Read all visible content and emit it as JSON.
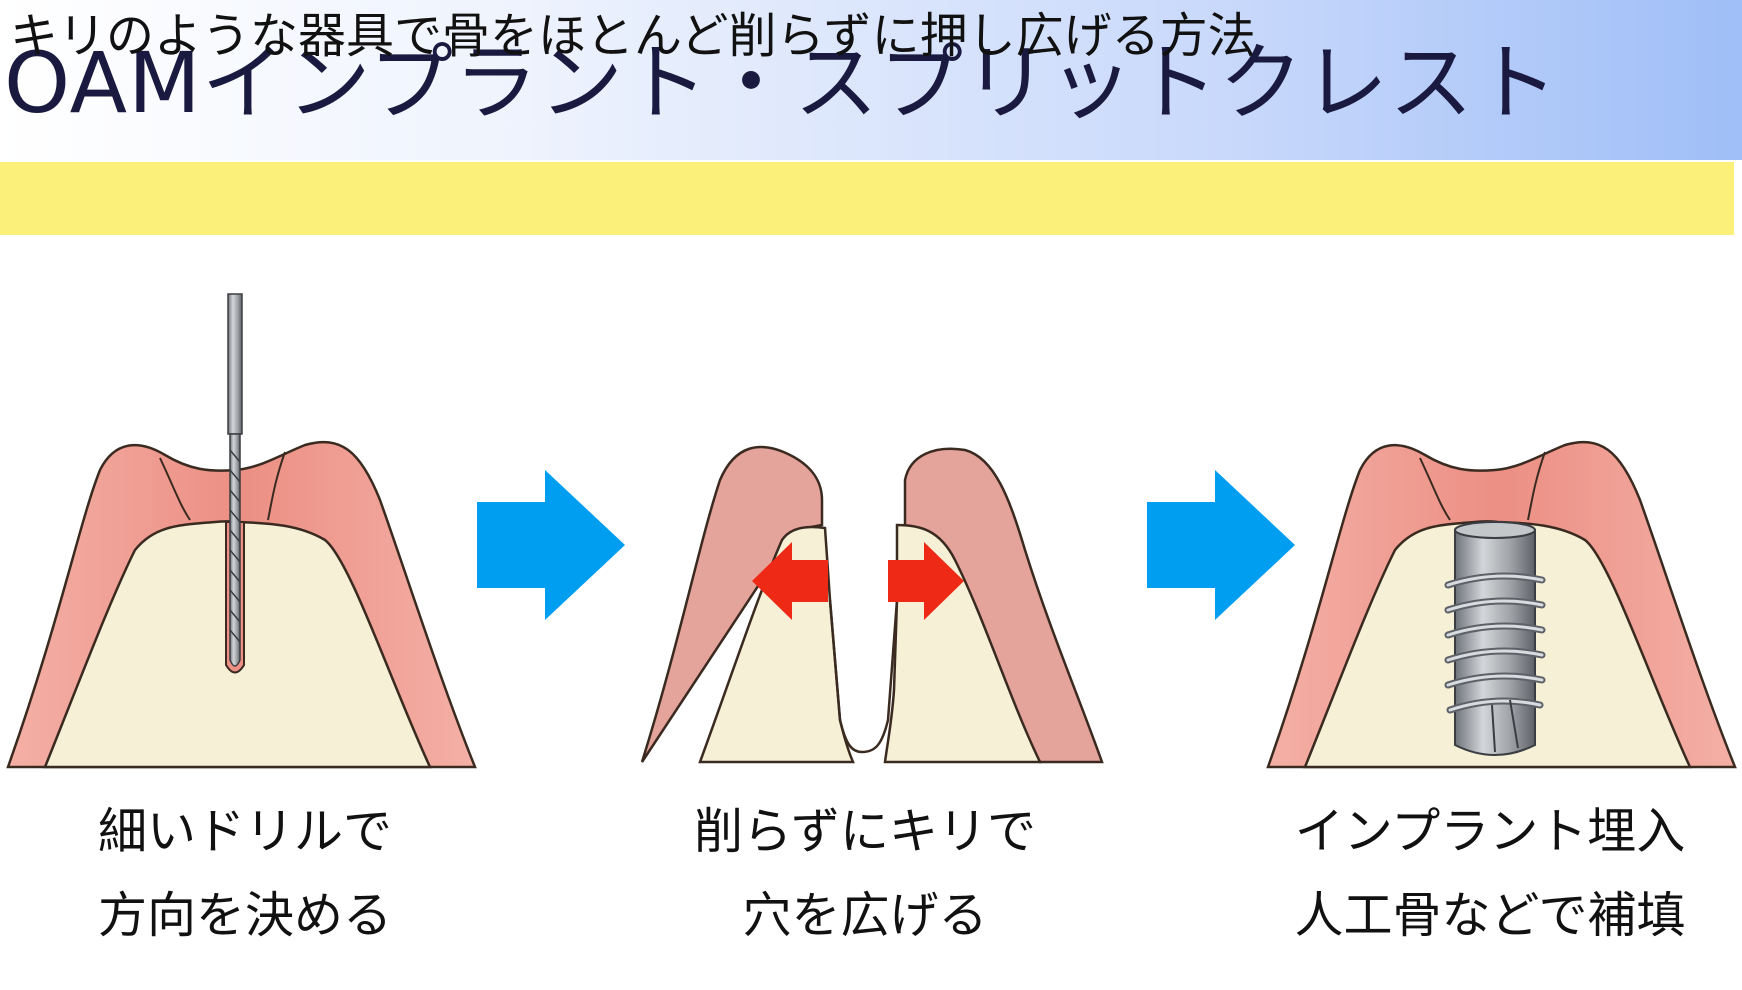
{
  "title": "OAMインプラント・スプリットクレスト",
  "subtitle": "キリのような器具で骨をほとんど削らずに押し広げる方法",
  "steps": [
    {
      "caption_line1": "細いドリルで",
      "caption_line2": "方向を決める",
      "icon": "drill-in-bone"
    },
    {
      "caption_line1": "削らずにキリで",
      "caption_line2": "穴を広げる",
      "icon": "bone-split-expansion"
    },
    {
      "caption_line1": "インプラント埋入",
      "caption_line2": "人工骨などで補填",
      "icon": "implant-placed"
    }
  ],
  "colors": {
    "gum": "#ef9e95",
    "gum_edge": "#d97b74",
    "gum_split": "#e4a39b",
    "bone": "#f5f0d6",
    "outline": "#3a2a20",
    "flow_arrow": "#009ef0",
    "expand_arrow": "#ee2a17",
    "drill": "#8a8f96",
    "implant": "#9ea1a5"
  }
}
